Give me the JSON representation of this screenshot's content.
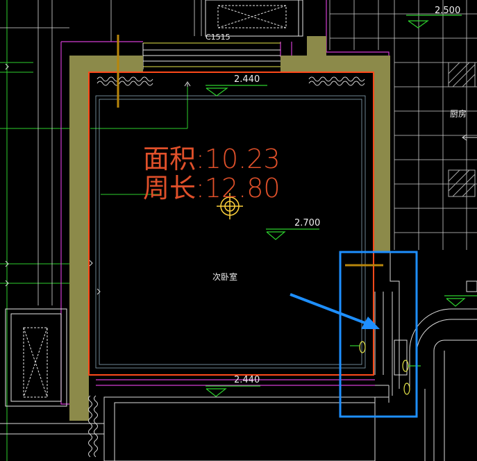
{
  "labels": {
    "window_tag": "C1515",
    "elev_top_right": "2.500",
    "elev_room_top": "2.440",
    "elev_room_mid": "2.700",
    "elev_room_bottom": "2.440",
    "room_name": "次卧室",
    "kitchen_name": "厨房",
    "area_text": "面积:10.23",
    "perimeter_text": "周长:12.80"
  },
  "colors": {
    "grid_white": "#e8e8e8",
    "grid_green": "#2ed12e",
    "wall_fill": "#8c8a4a",
    "boundary_orange": "#ff4a1a",
    "magenta": "#d23cd2",
    "yellow": "#e8e84a",
    "highlight_blue": "#1e8fff",
    "text_white": "#f0f0f0",
    "measure_red": "#e0502a"
  }
}
